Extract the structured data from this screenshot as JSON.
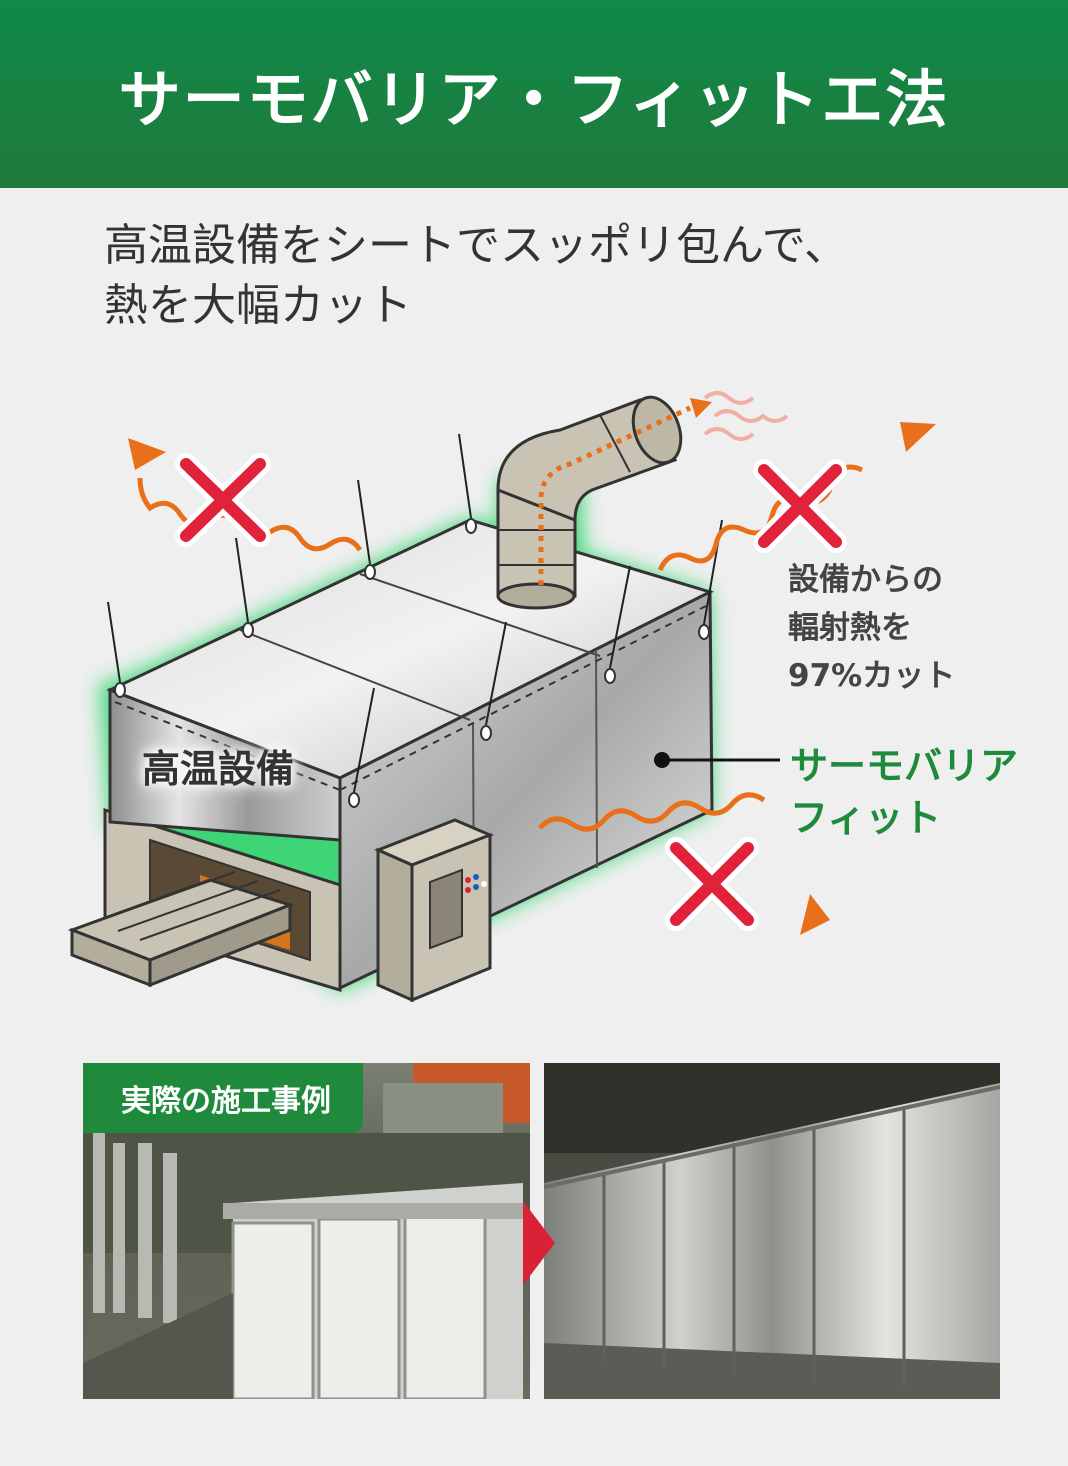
{
  "header": {
    "title": "サーモバリア・フィットエ法"
  },
  "subtitle": {
    "line1": "高温設備をシートでスッポリ包んで、",
    "line2": "熱を大幅カット"
  },
  "diagram": {
    "equipment_label": "高温設備",
    "note_lines": [
      "設備からの",
      "輻射熱を",
      "97%カット"
    ],
    "product_lines": [
      "サーモバリア",
      "フィット"
    ]
  },
  "photos": {
    "badge": "実際の施工事例"
  },
  "colors": {
    "header_green": "#1f7a3c",
    "accent_green": "#1f8a3c",
    "heat_orange": "#e8701a",
    "cross_red": "#e0223a",
    "background": "#efefef"
  },
  "icons": [
    "cross-mark-icon",
    "heat-wave-arrow-icon",
    "next-arrow-icon"
  ]
}
